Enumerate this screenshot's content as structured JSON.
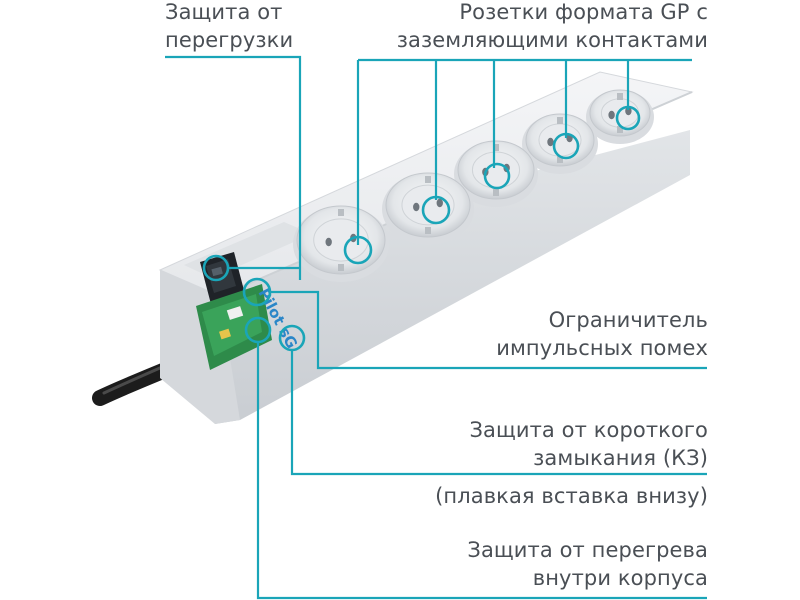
{
  "labels": {
    "overload": {
      "line1": "Защита от",
      "line2": "перегрузки"
    },
    "sockets": {
      "line1": "Розетки формата GP с",
      "line2": "заземляющими контактами"
    },
    "surge": {
      "line1": "Ограничитель",
      "line2": "импульсных помех"
    },
    "short_circuit": {
      "line1": "Защита от короткого",
      "line2": "замыкания (КЗ)",
      "line3": "(плавкая вставка внизу)"
    },
    "overheat": {
      "line1": "Защита от перегрева",
      "line2": "внутри корпуса"
    }
  },
  "brand_text": "Pilot sG",
  "socket_count": 5,
  "colors": {
    "callout": "#1aa5b8",
    "text": "#4a4f55",
    "housing": "#eef0f2",
    "housing_shadow": "#c9cdd2",
    "pcb": "#2e8b4a",
    "switch": "#1f2328",
    "cable": "#1c1c1c",
    "brand": "#2a86c8"
  },
  "icons": [
    "power-strip-icon",
    "socket-icon",
    "fuse-icon",
    "switch-icon",
    "cable-icon"
  ]
}
